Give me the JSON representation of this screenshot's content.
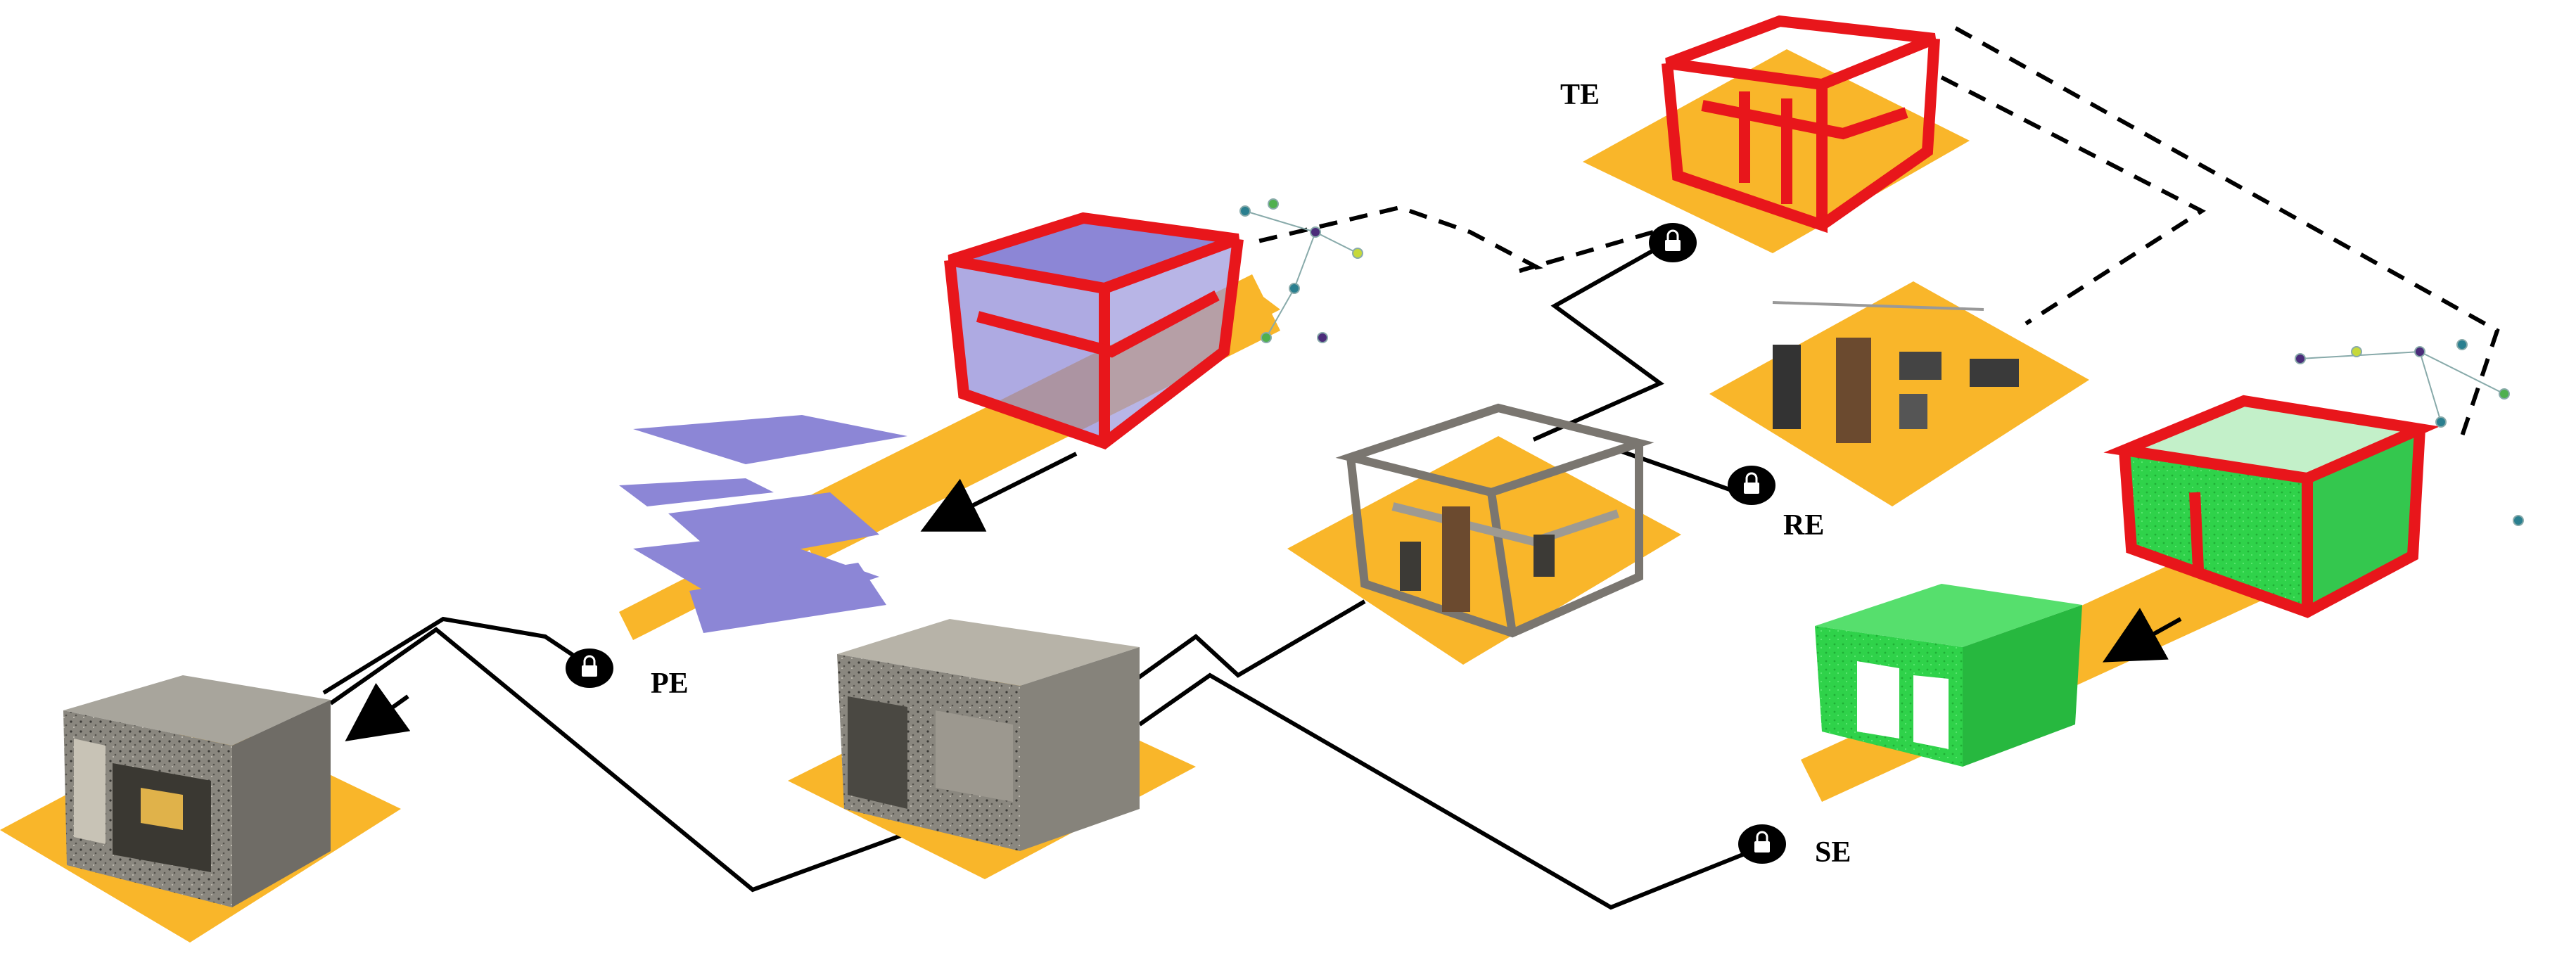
{
  "labels": {
    "te": "TE",
    "re": "RE",
    "pe": "PE",
    "se": "SE"
  },
  "colors": {
    "plate": "#F9B62A",
    "red_frame": "#E8161B",
    "green_wall": "#2FD24A",
    "lavender_plane": "#8C86D6",
    "grey_room": "#8E8A82",
    "line": "#000000"
  },
  "icons": {
    "lock": "lock-icon",
    "arrow": "arrow-icon"
  }
}
